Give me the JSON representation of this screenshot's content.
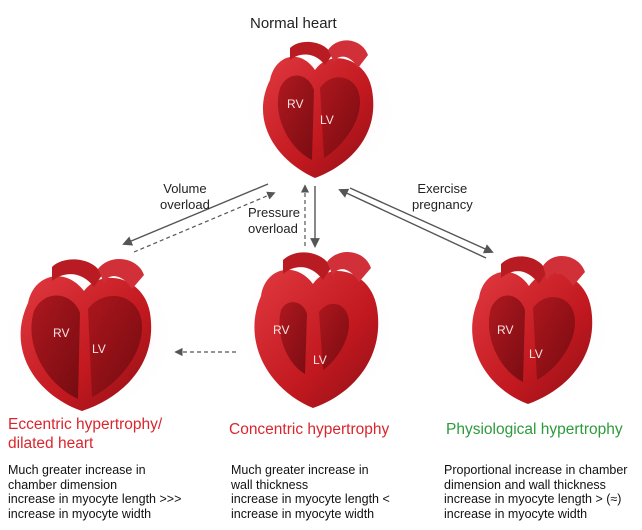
{
  "normal_heart": {
    "title": "Normal heart",
    "rv": "RV",
    "lv": "LV"
  },
  "arrows": {
    "volume_overload": [
      "Volume",
      "overload"
    ],
    "pressure_overload": [
      "Pressure",
      "overload"
    ],
    "exercise_pregnancy": [
      "Exercise",
      "pregnancy"
    ]
  },
  "eccentric": {
    "title": [
      "Eccentric hypertrophy/",
      "dilated heart"
    ],
    "rv": "RV",
    "lv": "LV",
    "description": [
      "Much greater increase in",
      "chamber dimension",
      "increase in myocyte length >>>",
      "increase in myocyte width"
    ]
  },
  "concentric": {
    "title": [
      "Concentric hypertrophy"
    ],
    "rv": "RV",
    "lv": "LV",
    "description": [
      "Much greater increase in",
      "wall thickness",
      "increase in myocyte length <",
      "increase in myocyte width"
    ]
  },
  "physiological": {
    "title": [
      "Physiological hypertrophy"
    ],
    "rv": "RV",
    "lv": "LV",
    "description": [
      "Proportional increase in chamber",
      "dimension and wall thickness",
      "increase in myocyte length > (≈)",
      "increase in myocyte width"
    ]
  },
  "colors": {
    "heart_red": "#c8222a",
    "heart_dark": "#8e1117",
    "title_red": "#d9262e",
    "title_green": "#2e9a3c",
    "arrow": "#555555"
  }
}
